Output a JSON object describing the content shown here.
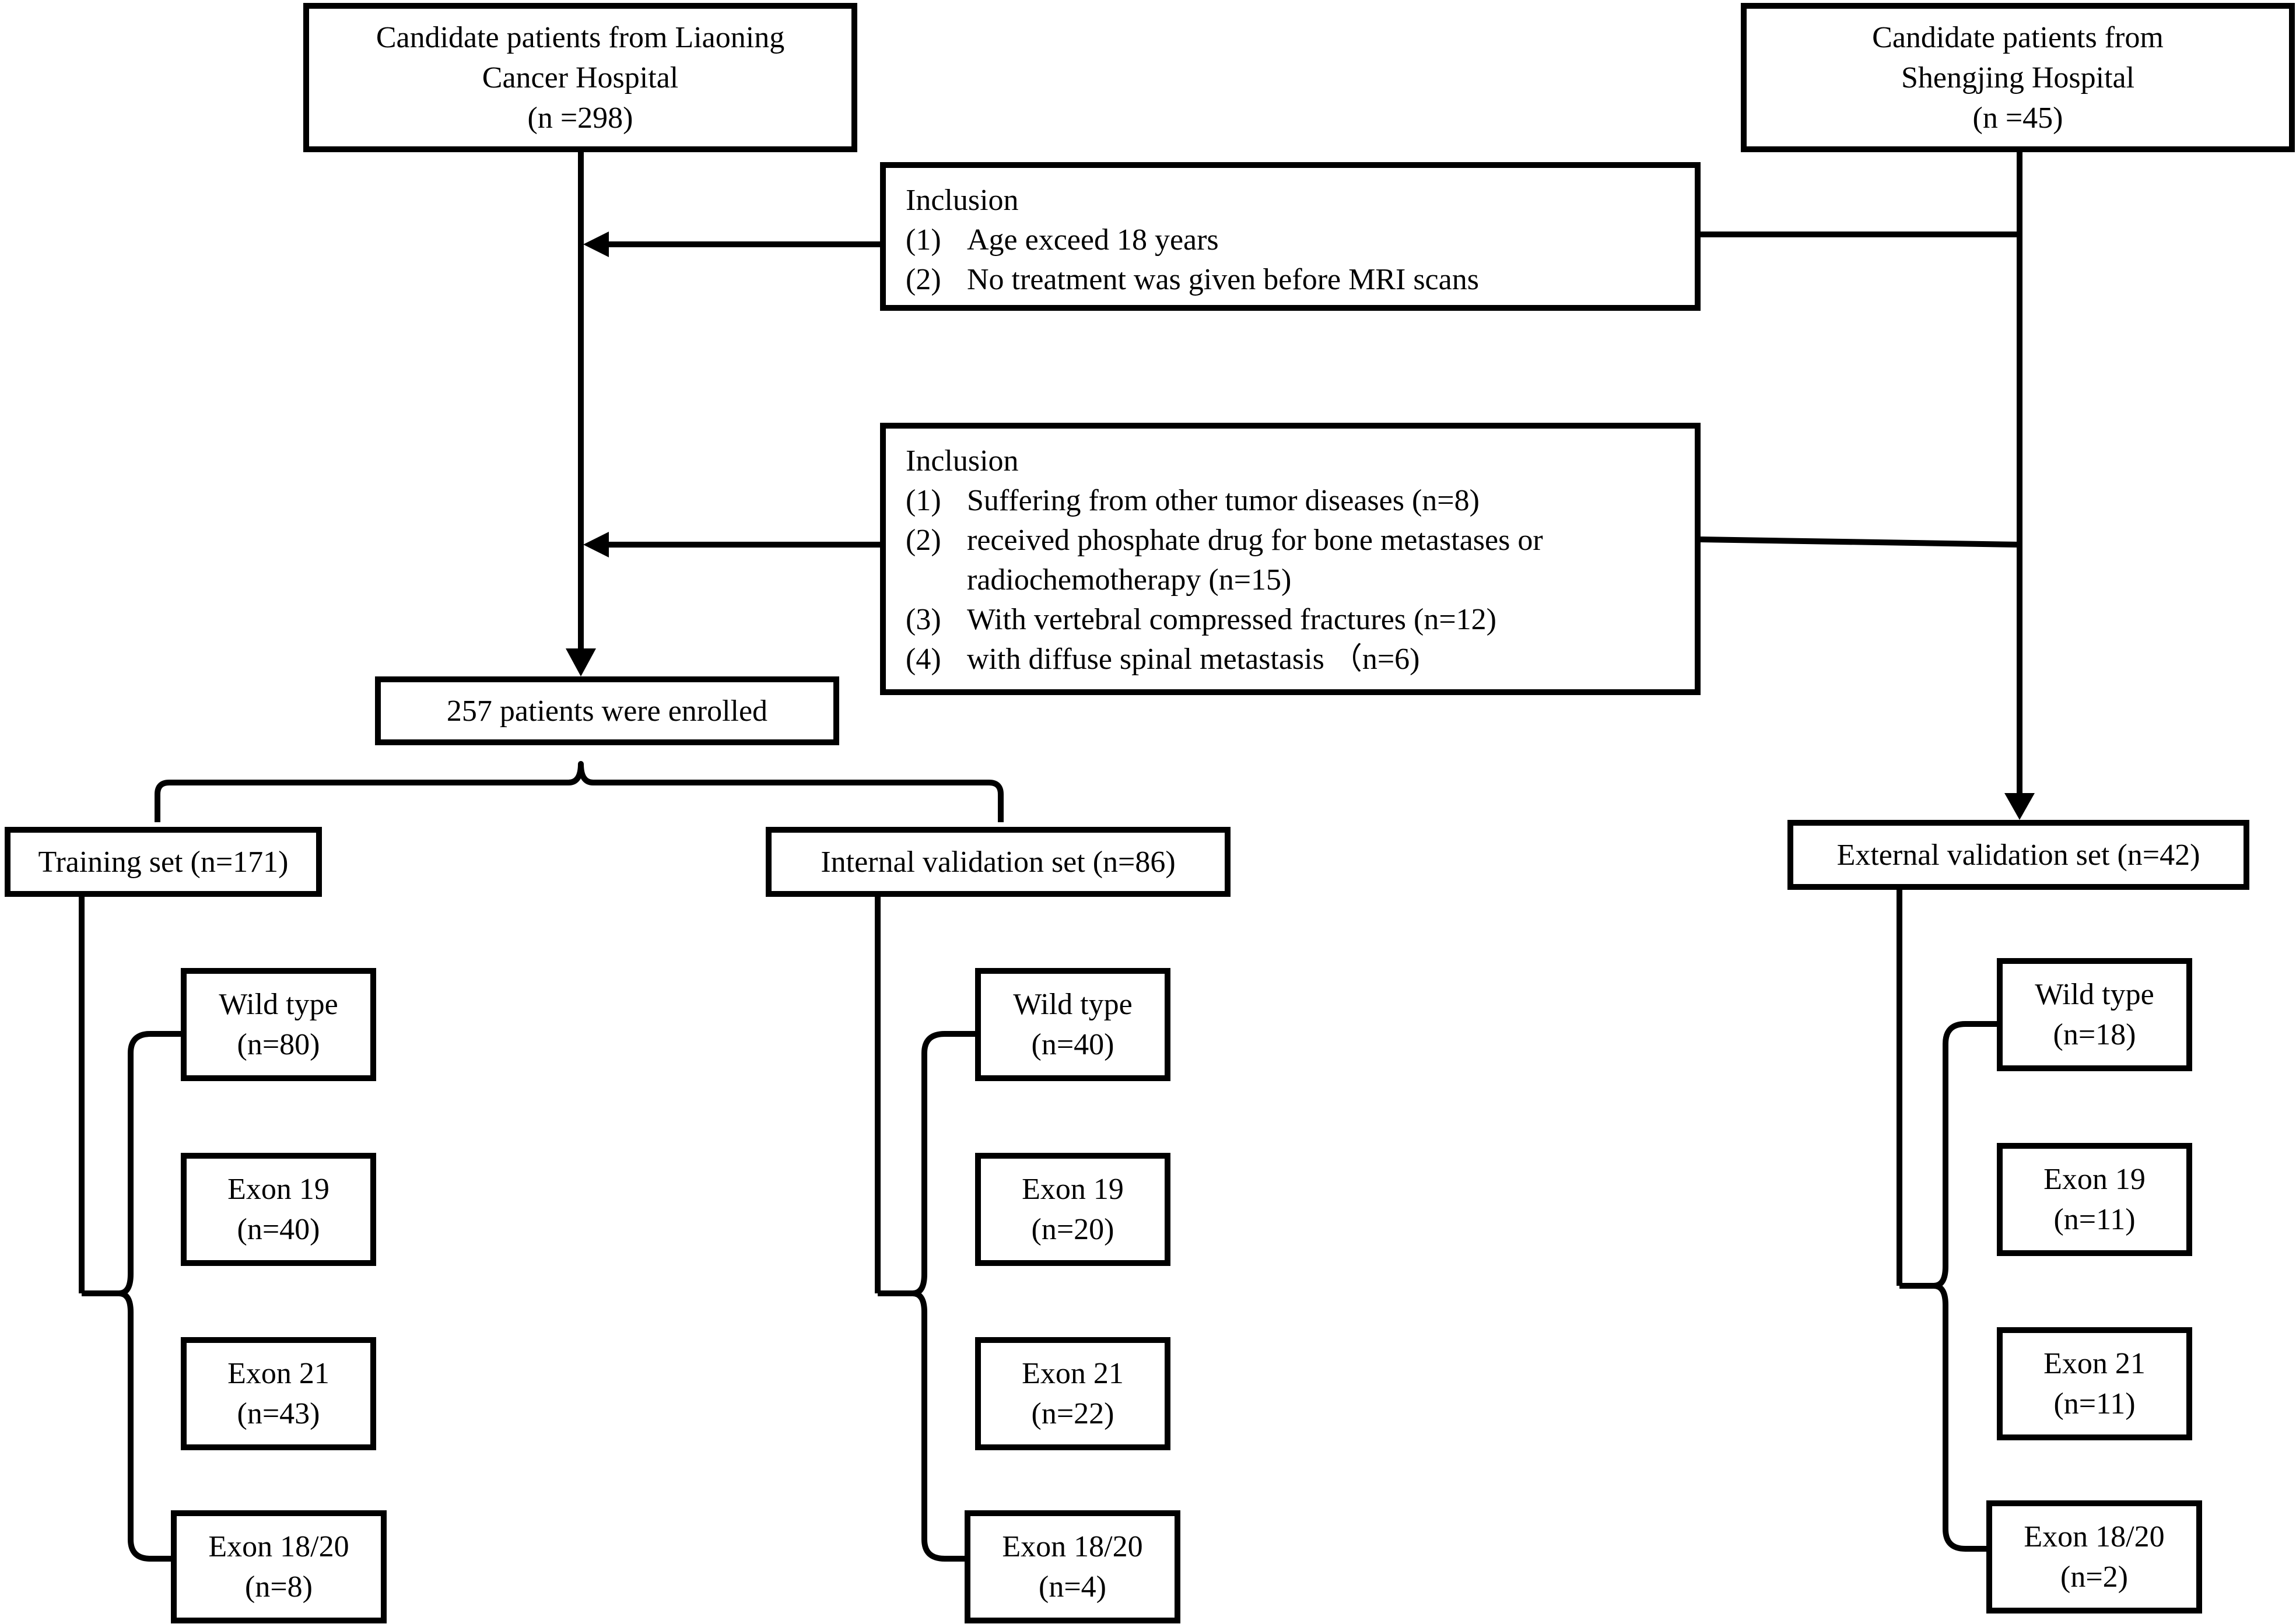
{
  "sources": {
    "liaoning": [
      "Candidate patients from Liaoning",
      "Cancer Hospital",
      "(n =298)"
    ],
    "shengjing": [
      "Candidate patients from",
      "Shengjing Hospital",
      "(n =45)"
    ]
  },
  "criteria_1": {
    "heading": "Inclusion",
    "items": [
      {
        "num": "(1)",
        "text": "Age exceed 18 years"
      },
      {
        "num": "(2)",
        "text": "No treatment was given before MRI scans"
      }
    ]
  },
  "criteria_2": {
    "heading": "Inclusion",
    "items": [
      {
        "num": "(1)",
        "text": "Suffering from other tumor diseases (n=8)"
      },
      {
        "num": "(2)",
        "text": "received phosphate drug for bone metastases or",
        "cont": "radiochemotherapy (n=15)"
      },
      {
        "num": "(3)",
        "text": "With vertebral compressed fractures (n=12)"
      },
      {
        "num": "(4)",
        "text": "with diffuse spinal metastasis （n=6)"
      }
    ]
  },
  "enrolled": "257 patients were enrolled",
  "sets": {
    "training": {
      "label": "Training set (n=171)",
      "groups": [
        {
          "name": "Wild type",
          "n": "(n=80)"
        },
        {
          "name": "Exon 19",
          "n": "(n=40)"
        },
        {
          "name": "Exon 21",
          "n": "(n=43)"
        },
        {
          "name": "Exon 18/20",
          "n": "(n=8)"
        }
      ]
    },
    "internal": {
      "label": "Internal validation set (n=86)",
      "groups": [
        {
          "name": "Wild type",
          "n": "(n=40)"
        },
        {
          "name": "Exon 19",
          "n": "(n=20)"
        },
        {
          "name": "Exon 21",
          "n": "(n=22)"
        },
        {
          "name": "Exon 18/20",
          "n": "(n=4)"
        }
      ]
    },
    "external": {
      "label": "External validation set (n=42)",
      "groups": [
        {
          "name": "Wild type",
          "n": "(n=18)"
        },
        {
          "name": "Exon 19",
          "n": "(n=11)"
        },
        {
          "name": "Exon 21",
          "n": "(n=11)"
        },
        {
          "name": "Exon 18/20",
          "n": "(n=2)"
        }
      ]
    }
  }
}
